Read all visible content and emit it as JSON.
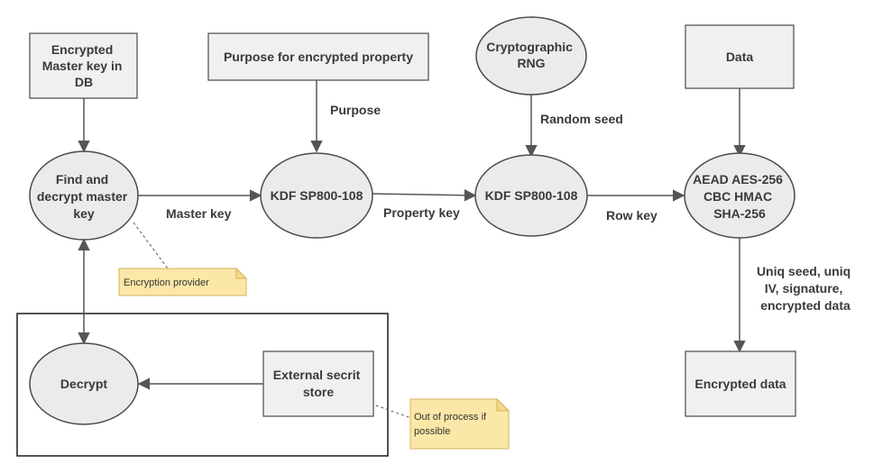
{
  "nodes": {
    "encrypted_master_key": [
      "Encrypted",
      "Master key in",
      "DB"
    ],
    "purpose": [
      "Purpose for encrypted property"
    ],
    "rng": [
      "Cryptographic",
      "RNG"
    ],
    "data": [
      "Data"
    ],
    "find_decrypt": [
      "Find and",
      "decrypt master",
      "key"
    ],
    "kdf1": [
      "KDF SP800-108"
    ],
    "kdf2": [
      "KDF SP800-108"
    ],
    "aead": [
      "AEAD AES-256",
      "CBC HMAC",
      "SHA-256"
    ],
    "decrypt": [
      "Decrypt"
    ],
    "external_store": [
      "External secrit",
      "store"
    ],
    "encrypted_data": [
      "Encrypted data"
    ]
  },
  "edges": {
    "purpose": [
      "Purpose"
    ],
    "random_seed": [
      "Random seed"
    ],
    "master_key": [
      "Master key"
    ],
    "property_key": [
      "Property key"
    ],
    "row_key": [
      "Row key"
    ],
    "output": [
      "Uniq seed, uniq",
      "IV, signature,",
      "encrypted data"
    ]
  },
  "notes": {
    "encryption_provider": [
      "Encryption provider"
    ],
    "out_of_process": [
      "Out of process if",
      "possible"
    ]
  },
  "colors": {
    "node_fill": "#f0f0f0",
    "ellipse_fill": "#ebebeb",
    "stroke": "#4a4a4a",
    "note_fill": "#fbe7a7",
    "text": "#3a3a3a"
  }
}
